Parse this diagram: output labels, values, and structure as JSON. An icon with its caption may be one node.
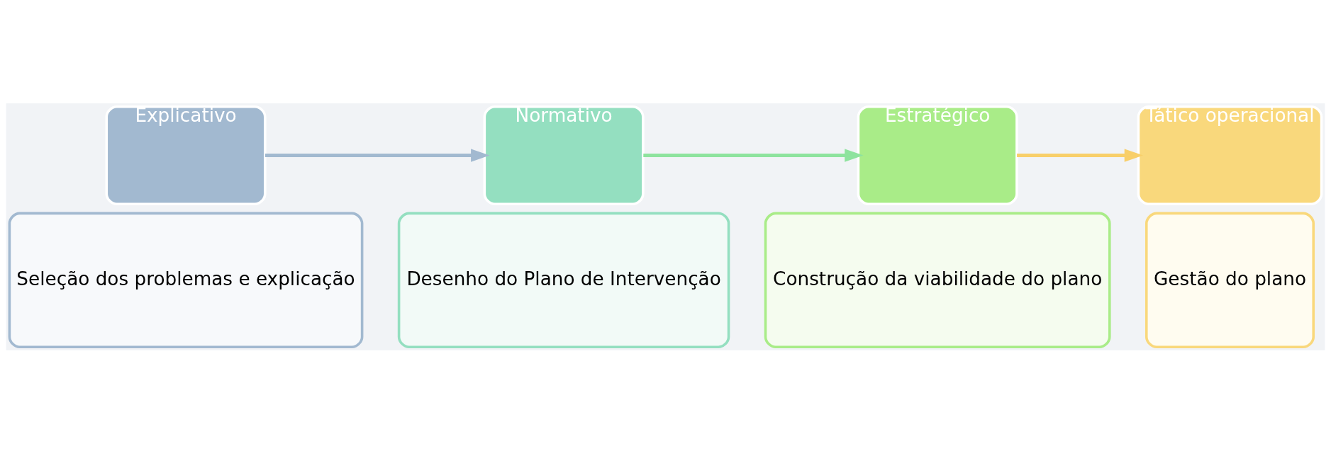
{
  "diagram": {
    "nodes": [
      {
        "text": [
          "Explicativo"
        ]
      },
      {
        "text": [
          "Seleção dos problemas e explicação"
        ]
      },
      {
        "text": [
          "Normativo"
        ]
      },
      {
        "text": [
          "Desenho do Plano de Intervenção"
        ]
      },
      {
        "text": [
          "Estratégico"
        ]
      },
      {
        "text": [
          "Construção da viabilidade do plano"
        ]
      },
      {
        "text": [
          "Tático operacional"
        ]
      },
      {
        "text": [
          "Gestão do plano"
        ]
      }
    ],
    "edges": [
      {
        "from": 0,
        "to": 2,
        "arrow": "to",
        "color": "#a2b9d0"
      },
      {
        "from": 2,
        "to": 4,
        "arrow": "to",
        "color": "#8ee39e"
      },
      {
        "from": 4,
        "to": 6,
        "arrow": "to",
        "color": "#f8cf6a"
      }
    ]
  }
}
